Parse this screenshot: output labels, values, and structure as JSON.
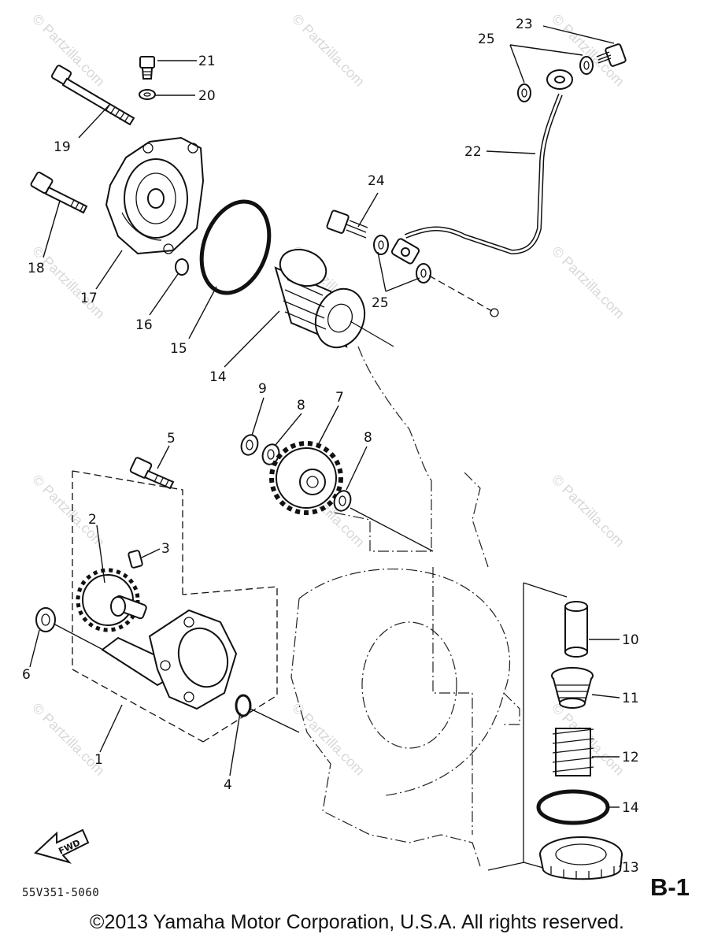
{
  "callouts": [
    "1",
    "2",
    "3",
    "4",
    "5",
    "6",
    "7",
    "8",
    "8",
    "9",
    "10",
    "11",
    "12",
    "13",
    "14",
    "15",
    "16",
    "17",
    "18",
    "19",
    "20",
    "21",
    "22",
    "23",
    "24",
    "24",
    "25",
    "25"
  ],
  "fwd_label": "FWD",
  "part_number": "55V351-5060",
  "section_id": "B-1",
  "copyright": "©2013 Yamaha Motor Corporation, U.S.A. All rights reserved.",
  "watermark": "© Partzilla.com"
}
